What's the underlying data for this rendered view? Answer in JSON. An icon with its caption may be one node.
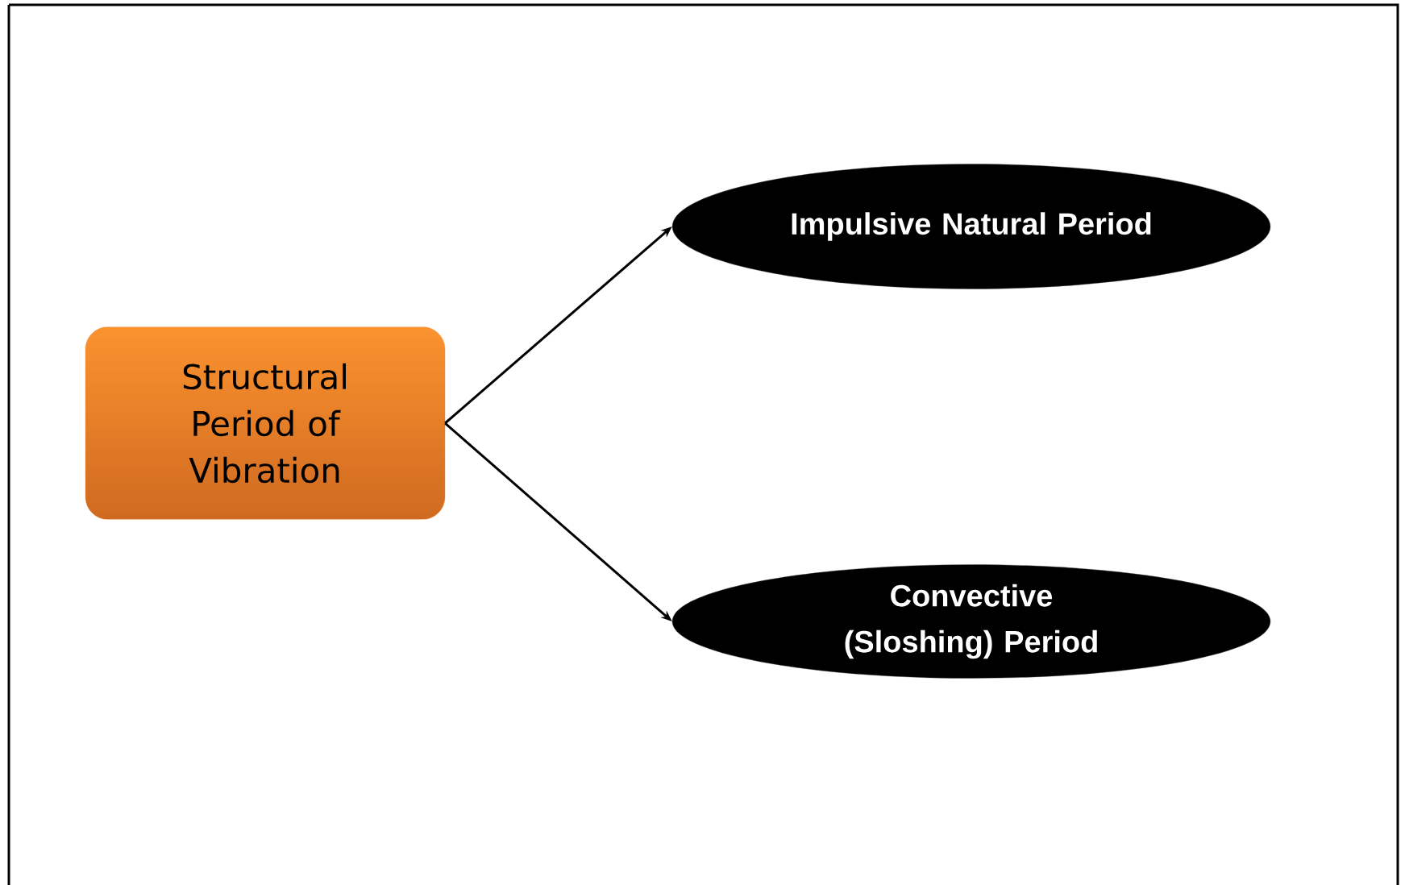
{
  "diagram": {
    "nodes": [
      {
        "text": [
          "Structural Period of Vibration"
        ]
      },
      {
        "text": [
          "Impulsive Natural Period"
        ]
      },
      {
        "text": [
          "Convective (Sloshing) Period"
        ]
      }
    ],
    "edges": [
      {
        "from": 0,
        "to": 1,
        "arrow": "to"
      },
      {
        "from": 0,
        "to": 2,
        "arrow": "to"
      }
    ]
  }
}
